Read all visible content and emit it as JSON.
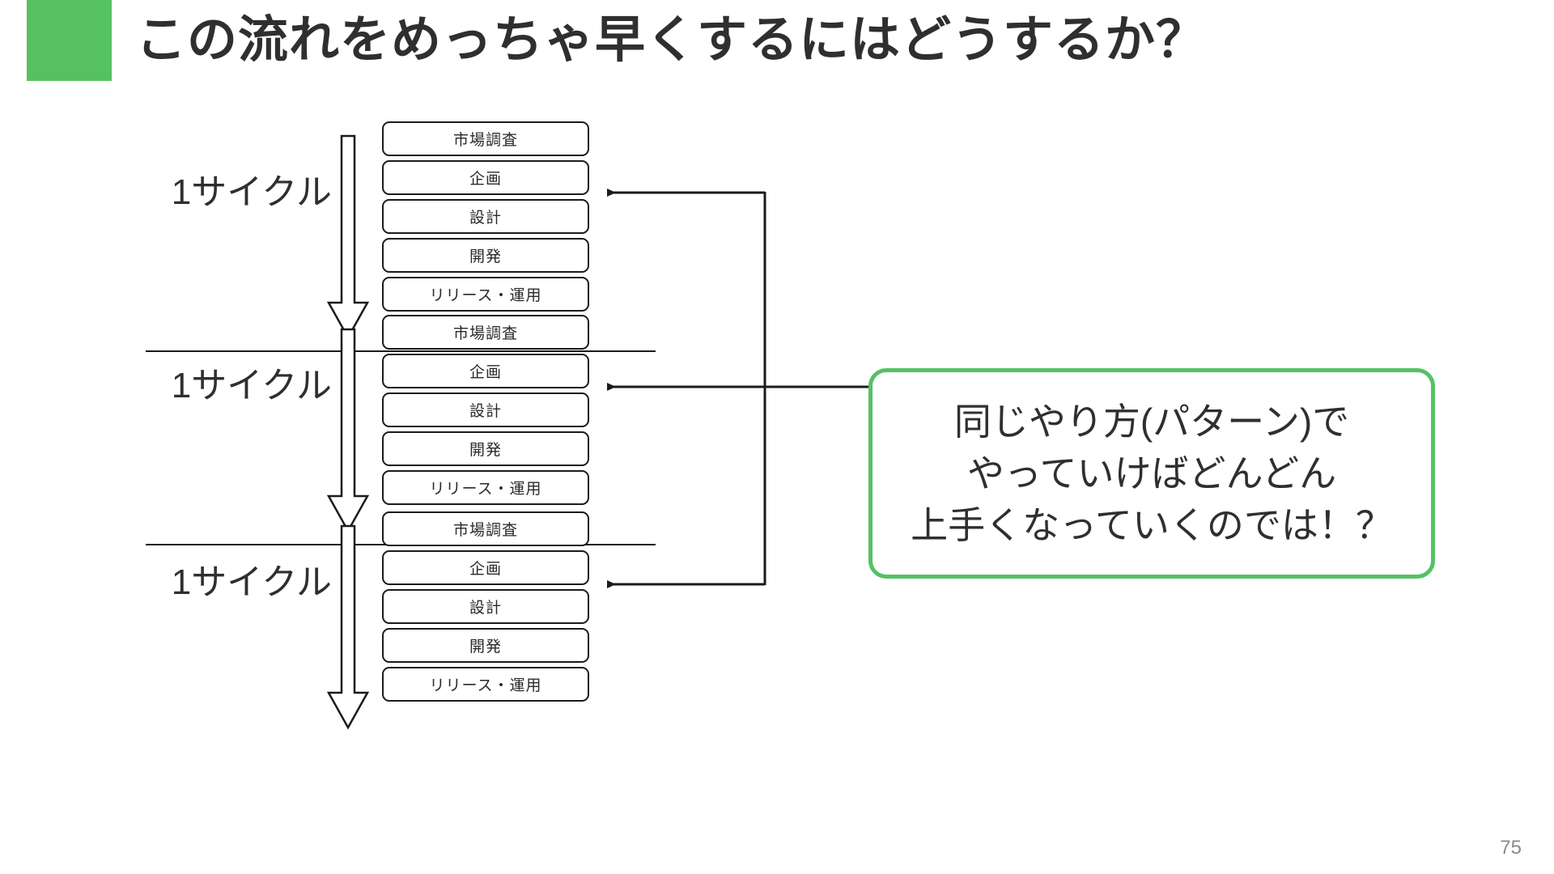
{
  "slide": {
    "title": "この流れをめっちゃ早くするにはどうするか？",
    "page_number": "75",
    "accent_color": "#56c163",
    "line_color": "#1b1b1b"
  },
  "cycles": [
    {
      "label": "1サイクル",
      "stages": [
        "市場調査",
        "企画",
        "設計",
        "開発",
        "リリース・運用"
      ]
    },
    {
      "label": "1サイクル",
      "stages": [
        "市場調査",
        "企画",
        "設計",
        "開発",
        "リリース・運用"
      ]
    },
    {
      "label": "1サイクル",
      "stages": [
        "市場調査",
        "企画",
        "設計",
        "開発",
        "リリース・運用"
      ]
    }
  ],
  "callout": {
    "border_color": "#56c163",
    "lines": [
      "同じやり方(パターン)で",
      "やっていけばどんどん",
      "上手くなっていくのでは！？"
    ]
  }
}
